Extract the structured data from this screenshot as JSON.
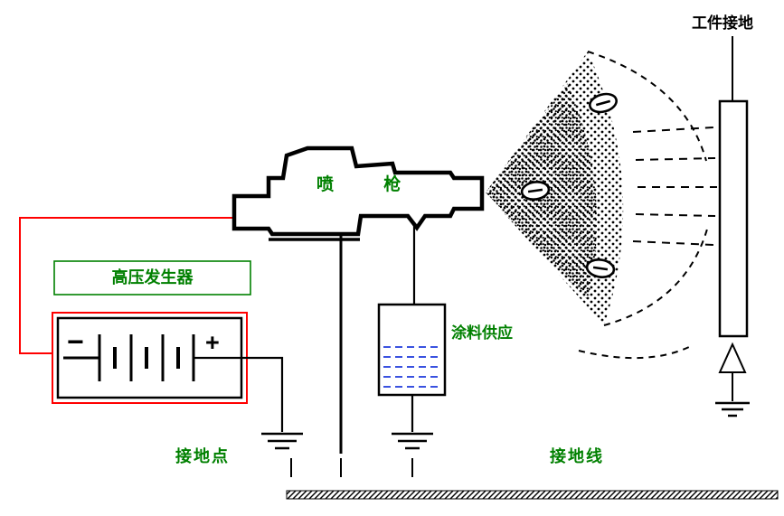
{
  "diagram": {
    "labels": {
      "workpiece_ground": "工件接地",
      "spray_gun": "喷 枪",
      "hv_generator": "高压发生器",
      "paint_supply": "涂料供应",
      "ground_point": "接地点",
      "ground_wire": "接地线"
    },
    "battery": {
      "minus": "−",
      "plus": "+"
    },
    "charges": {
      "symbol": "−"
    },
    "colors": {
      "label_green": "#008000",
      "wire_red": "#ff0000",
      "liquid_blue": "#3a52e0",
      "line_black": "#000000"
    }
  }
}
